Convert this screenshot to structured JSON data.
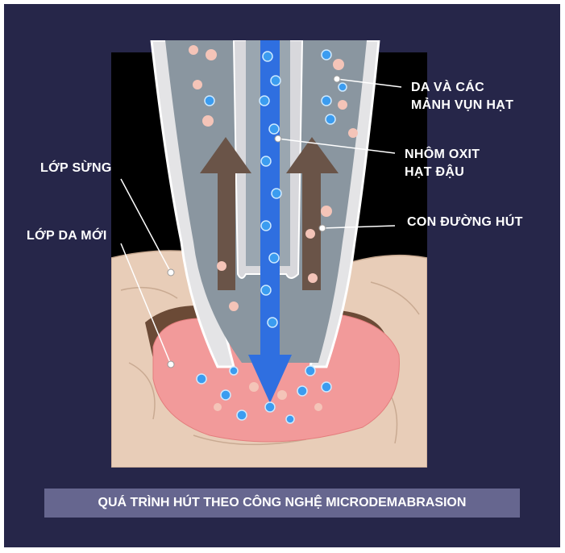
{
  "labels": {
    "debris": [
      "DA VÀ CÁC",
      "MẢNH VỤN HẠT"
    ],
    "crystals": [
      "NHÔM OXIT",
      "HẠT ĐẬU"
    ],
    "suction_path": "CON ĐƯỜNG HÚT",
    "stratum_corneum": "LỚP SỪNG",
    "new_skin": "LỚP DA MỚI"
  },
  "caption": "QUÁ TRÌNH HÚT THEO CÔNG NGHỆ MICRODEMABRASION",
  "colors": {
    "background": "#262649",
    "caption_bar": "#66668f",
    "crystal": "#3b9cf0",
    "arrow": "#2f6fe0",
    "skin": "#e8cdb8",
    "new_skin": "#f29a9a"
  }
}
